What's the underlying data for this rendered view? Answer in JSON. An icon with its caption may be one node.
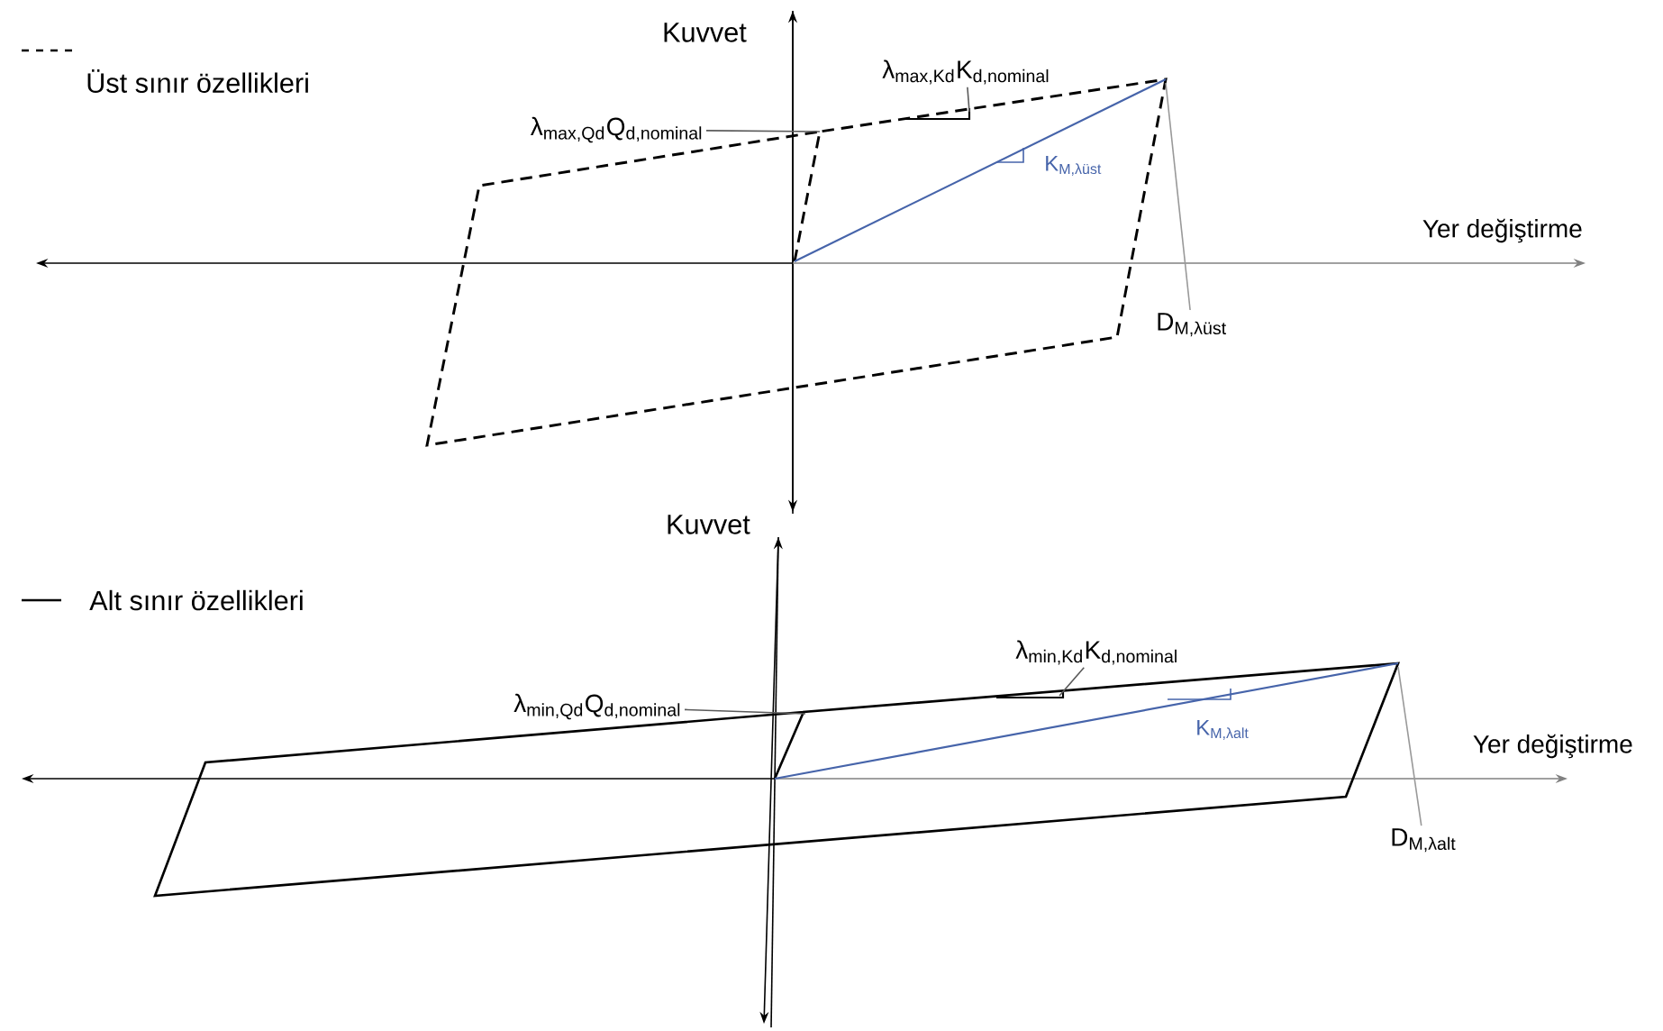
{
  "diagram": {
    "nodes": [
      {
        "text": [
          "λ$_{max,Qd}$Q$_{d,nominal}$"
        ]
      },
      {
        "text": [
          "λ$_{max,Kd}$K$_{d,nominal}$"
        ]
      },
      {
        "text": [
          "D$_{M,λüst}$"
        ]
      },
      {
        "text": [
          "λ$_{min,Qd}$Q$_{d,nominal}$"
        ]
      },
      {
        "text": [
          "λ$_{min,Kd}$K$_{d,nominal}$"
        ]
      },
      {
        "text": [
          "D$_{M,λalt}$"
        ]
      }
    ],
    "edges": [
      {
        "from": 0,
        "to": null,
        "arrow": "none"
      },
      {
        "from": 1,
        "to": null,
        "arrow": "none"
      },
      {
        "from": 2,
        "to": null,
        "arrow": "none",
        "color": "#999999"
      },
      {
        "from": 3,
        "to": null,
        "arrow": "none"
      },
      {
        "from": 4,
        "to": null,
        "arrow": "none"
      },
      {
        "from": 5,
        "to": null,
        "arrow": "none",
        "color": "#999999"
      }
    ],
    "labels": [
      "Kuvvet",
      "K$_{M,λüst}$",
      "Yer değiştirme",
      "Kuvvet",
      "K$_{M,λalt}$",
      "Yer değiştirme"
    ],
    "legend": [
      {
        "text": "Üst sınır özellikleri"
      },
      {
        "text": "Alt sınır özellikleri"
      }
    ]
  }
}
